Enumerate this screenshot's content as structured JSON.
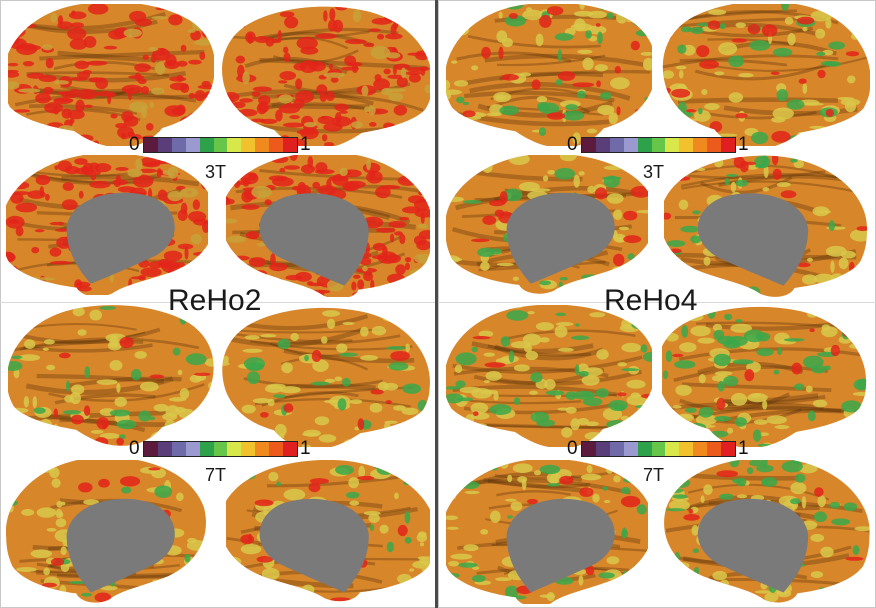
{
  "panels": [
    {
      "id": "reho2",
      "title": "ReHo2",
      "rows": [
        {
          "field": "3T",
          "colorbar": {
            "min": "0",
            "max": "1"
          }
        },
        {
          "field": "7T",
          "colorbar": {
            "min": "0",
            "max": "1"
          }
        }
      ]
    },
    {
      "id": "reho4",
      "title": "ReHo4",
      "rows": [
        {
          "field": "3T",
          "colorbar": {
            "min": "0",
            "max": "1"
          }
        },
        {
          "field": "7T",
          "colorbar": {
            "min": "0",
            "max": "1"
          }
        }
      ]
    }
  ],
  "colorbar_colors": [
    "#5c1a3c",
    "#5a3e7a",
    "#6f6aa8",
    "#9a9ad0",
    "#2ea24a",
    "#66c64a",
    "#d8e84a",
    "#f2c12e",
    "#f08a1e",
    "#ec5a1c",
    "#e02020"
  ],
  "colors": {
    "red": "#e3241a",
    "orange": "#e08a2a",
    "dark_orange": "#c8781e",
    "yellow": "#d9c84a",
    "green": "#3aa84a",
    "medial_wall": "#7a7a7a",
    "divider": "#4a4a4a"
  },
  "brain_maps": {
    "reho2_3T": {
      "base": "#d8862a",
      "spots": [
        [
          "#e3241a",
          0.55
        ],
        [
          "#c8a23a",
          0.08
        ]
      ]
    },
    "reho2_7T": {
      "base": "#d8862a",
      "spots": [
        [
          "#d9c84a",
          0.22
        ],
        [
          "#3aa84a",
          0.07
        ],
        [
          "#e3241a",
          0.05
        ]
      ]
    },
    "reho4_3T": {
      "base": "#d8862a",
      "spots": [
        [
          "#d9c84a",
          0.2
        ],
        [
          "#3aa84a",
          0.1
        ],
        [
          "#e3241a",
          0.1
        ]
      ]
    },
    "reho4_7T": {
      "base": "#d8862a",
      "spots": [
        [
          "#d9c84a",
          0.24
        ],
        [
          "#3aa84a",
          0.16
        ],
        [
          "#e3241a",
          0.03
        ]
      ]
    }
  }
}
